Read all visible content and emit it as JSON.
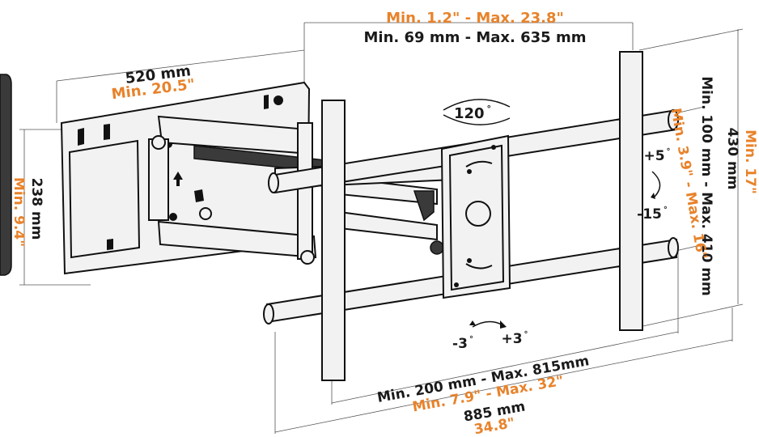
{
  "colors": {
    "primary_text": "#1a1a1a",
    "secondary_text": "#e8822a",
    "drawing": "#111111"
  },
  "depth": {
    "mm": "520  mm",
    "inch": "Min. 20.5\""
  },
  "plate_height": {
    "mm": "238 mm",
    "inch": "Min. 9.4\""
  },
  "extension": {
    "inch": "Min. 1.2\" - Max. 23.8\"",
    "mm": "Min. 69 mm - Max. 635 mm"
  },
  "swivel": {
    "value": "120",
    "unit": "°"
  },
  "tilt": {
    "up": "+5",
    "down": "-15",
    "unit": "°"
  },
  "rotate": {
    "left": "-3",
    "right": "+3",
    "unit": "°"
  },
  "vesa_vertical": {
    "mm": "Min. 100 mm - Max. 410 mm",
    "inch": "Min. 3.9\" - Max. 16\""
  },
  "bracket_height": {
    "mm": "430 mm",
    "inch": "Min. 17\""
  },
  "vesa_horizontal": {
    "mm": "Min. 200 mm - Max. 815mm",
    "inch": "Min. 7.9\" - Max. 32\""
  },
  "width": {
    "mm": "885  mm",
    "inch": "34.8\""
  },
  "icons": [
    "up-arrow-icon",
    "swivel-arc-icon",
    "tilt-arc-icon",
    "rotate-arc-icon"
  ]
}
